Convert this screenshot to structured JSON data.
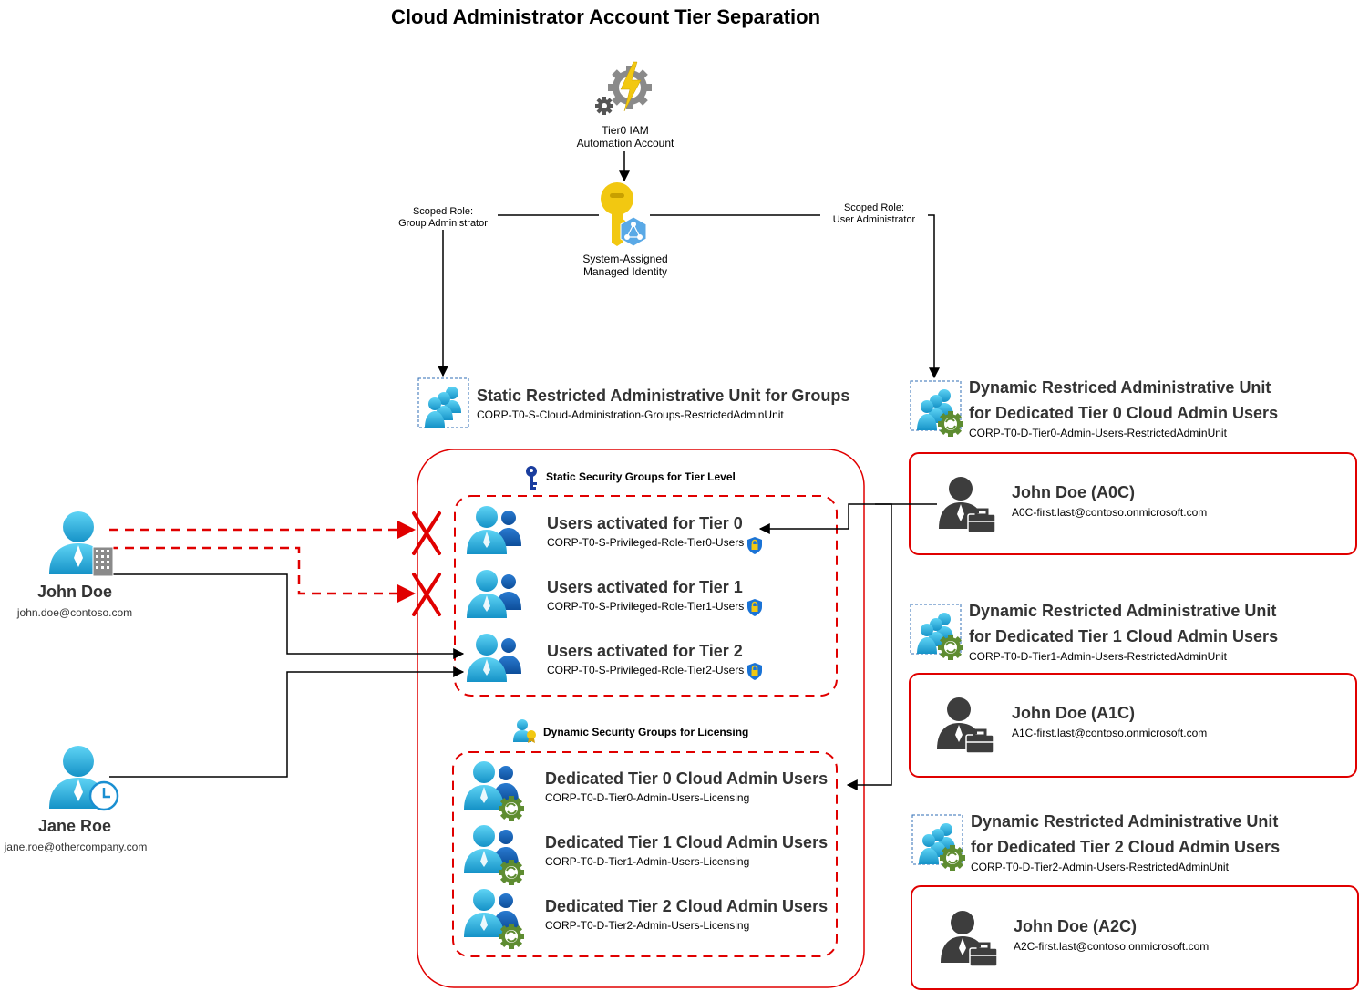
{
  "title": "Cloud Administrator Account Tier Separation",
  "automation_account": {
    "line1": "Tier0 IAM",
    "line2": "Automation Account"
  },
  "managed_identity": {
    "line1": "System-Assigned",
    "line2": "Managed Identity"
  },
  "role_left": {
    "line1": "Scoped Role:",
    "line2": "Group Administrator"
  },
  "role_right": {
    "line1": "Scoped Role:",
    "line2": "User Administrator"
  },
  "static_au": {
    "title": "Static Restricted Administrative Unit for Groups",
    "name": "CORP-T0-S-Cloud-Administration-Groups-RestrictedAdminUnit"
  },
  "static_groups_label": "Static Security Groups for Tier Level",
  "dynamic_groups_label": "Dynamic Security Groups for Licensing",
  "static_groups": [
    {
      "title": "Users activated for Tier 0",
      "name": "CORP-T0-S-Privileged-Role-Tier0-Users"
    },
    {
      "title": "Users activated for Tier 1",
      "name": "CORP-T0-S-Privileged-Role-Tier1-Users"
    },
    {
      "title": "Users activated for Tier 2",
      "name": "CORP-T0-S-Privileged-Role-Tier2-Users"
    }
  ],
  "dynamic_groups": [
    {
      "title": "Dedicated Tier 0 Cloud Admin Users",
      "name": "CORP-T0-D-Tier0-Admin-Users-Licensing"
    },
    {
      "title": "Dedicated Tier 1 Cloud Admin Users",
      "name": "CORP-T0-D-Tier1-Admin-Users-Licensing"
    },
    {
      "title": "Dedicated Tier 2 Cloud Admin Users",
      "name": "CORP-T0-D-Tier2-Admin-Users-Licensing"
    }
  ],
  "dynamic_aus": [
    {
      "line1": "Dynamic Restriced Administrative Unit",
      "line2": "for Dedicated Tier 0 Cloud Admin Users",
      "name": "CORP-T0-D-Tier0-Admin-Users-RestrictedAdminUnit"
    },
    {
      "line1": "Dynamic Restricted Administrative Unit",
      "line2": "for Dedicated Tier 1 Cloud Admin Users",
      "name": "CORP-T0-D-Tier1-Admin-Users-RestrictedAdminUnit"
    },
    {
      "line1": "Dynamic Restricted Administrative Unit",
      "line2": "for Dedicated Tier 2 Cloud Admin Users",
      "name": "CORP-T0-D-Tier2-Admin-Users-RestrictedAdminUnit"
    }
  ],
  "admin_accounts": [
    {
      "name": "John Doe (A0C)",
      "email": "A0C-first.last@contoso.onmicrosoft.com"
    },
    {
      "name": "John Doe (A1C)",
      "email": "A1C-first.last@contoso.onmicrosoft.com"
    },
    {
      "name": "John Doe (A2C)",
      "email": "A2C-first.last@contoso.onmicrosoft.com"
    }
  ],
  "users": [
    {
      "name": "John Doe",
      "email": "john.doe@contoso.com"
    },
    {
      "name": "Jane Roe",
      "email": "jane.roe@othercompany.com"
    }
  ],
  "colors": {
    "red": "#e00000",
    "black": "#000000",
    "user_blue": "#1ba3d6",
    "gear_green": "#5e8c31",
    "key_gold": "#f2c811",
    "admin_gray": "#3d3d3d"
  }
}
